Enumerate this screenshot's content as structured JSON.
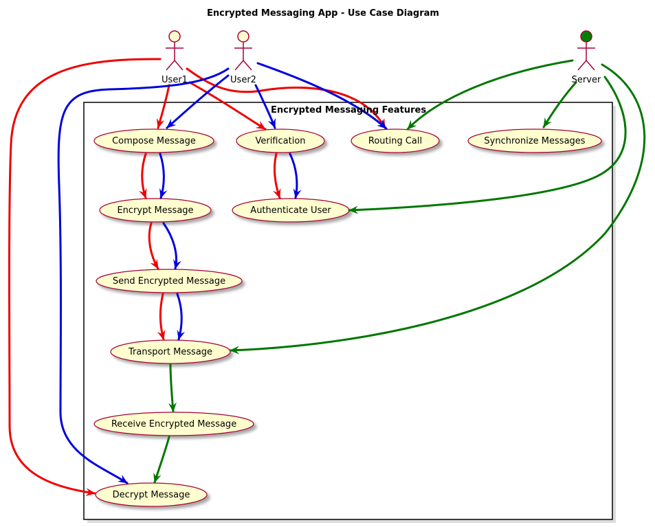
{
  "title": "Encrypted Messaging App - Use Case Diagram",
  "package": {
    "label": "Encrypted Messaging Features"
  },
  "colors": {
    "user1_flow": "#ee0000",
    "user2_flow": "#0000dd",
    "server_flow": "#007700",
    "usecase_fill": "#fefece",
    "usecase_stroke": "#a80036",
    "actor_head_user": "#fefece",
    "actor_head_server": "#008000",
    "actor_stroke": "#a80036"
  },
  "actors": [
    {
      "id": "user1",
      "label": "User1"
    },
    {
      "id": "user2",
      "label": "User2"
    },
    {
      "id": "server",
      "label": "Server"
    }
  ],
  "usecases": [
    {
      "id": "compose",
      "label": "Compose Message"
    },
    {
      "id": "verification",
      "label": "Verification"
    },
    {
      "id": "routing",
      "label": "Routing Call"
    },
    {
      "id": "sync",
      "label": "Synchronize Messages"
    },
    {
      "id": "encrypt",
      "label": "Encrypt Message"
    },
    {
      "id": "authenticate",
      "label": "Authenticate User"
    },
    {
      "id": "send",
      "label": "Send Encrypted Message"
    },
    {
      "id": "transport",
      "label": "Transport Message"
    },
    {
      "id": "receive",
      "label": "Receive Encrypted Message"
    },
    {
      "id": "decrypt",
      "label": "Decrypt Message"
    }
  ],
  "relations": [
    {
      "from": "user1",
      "to": "compose",
      "color": "red"
    },
    {
      "from": "user1",
      "to": "verification",
      "color": "red"
    },
    {
      "from": "user1",
      "to": "routing",
      "color": "red"
    },
    {
      "from": "user1",
      "to": "decrypt",
      "color": "red"
    },
    {
      "from": "user2",
      "to": "compose",
      "color": "blue"
    },
    {
      "from": "user2",
      "to": "verification",
      "color": "blue"
    },
    {
      "from": "user2",
      "to": "routing",
      "color": "blue"
    },
    {
      "from": "user2",
      "to": "decrypt",
      "color": "blue"
    },
    {
      "from": "server",
      "to": "routing",
      "color": "green"
    },
    {
      "from": "server",
      "to": "sync",
      "color": "green"
    },
    {
      "from": "server",
      "to": "authenticate",
      "color": "green"
    },
    {
      "from": "server",
      "to": "transport",
      "color": "green"
    },
    {
      "from": "compose",
      "to": "encrypt",
      "color": "red"
    },
    {
      "from": "compose",
      "to": "encrypt",
      "color": "blue"
    },
    {
      "from": "verification",
      "to": "authenticate",
      "color": "red"
    },
    {
      "from": "verification",
      "to": "authenticate",
      "color": "blue"
    },
    {
      "from": "encrypt",
      "to": "send",
      "color": "red"
    },
    {
      "from": "encrypt",
      "to": "send",
      "color": "blue"
    },
    {
      "from": "send",
      "to": "transport",
      "color": "red"
    },
    {
      "from": "send",
      "to": "transport",
      "color": "blue"
    },
    {
      "from": "transport",
      "to": "receive",
      "color": "green"
    },
    {
      "from": "receive",
      "to": "decrypt",
      "color": "green"
    }
  ]
}
